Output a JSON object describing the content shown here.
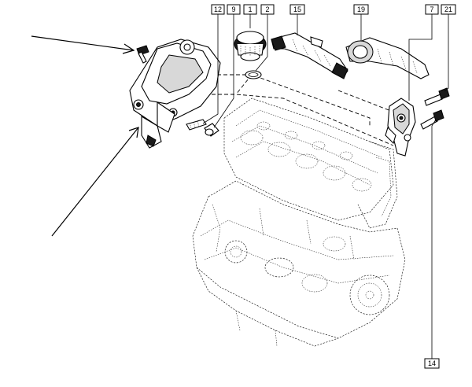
{
  "diagram": {
    "callouts": [
      {
        "id": "c12",
        "label": "12"
      },
      {
        "id": "c9",
        "label": "9"
      },
      {
        "id": "c1",
        "label": "1"
      },
      {
        "id": "c2",
        "label": "2"
      },
      {
        "id": "c15",
        "label": "15"
      },
      {
        "id": "c19",
        "label": "19"
      },
      {
        "id": "c7",
        "label": "7"
      },
      {
        "id": "c21",
        "label": "21"
      },
      {
        "id": "c14",
        "label": "14"
      }
    ]
  }
}
